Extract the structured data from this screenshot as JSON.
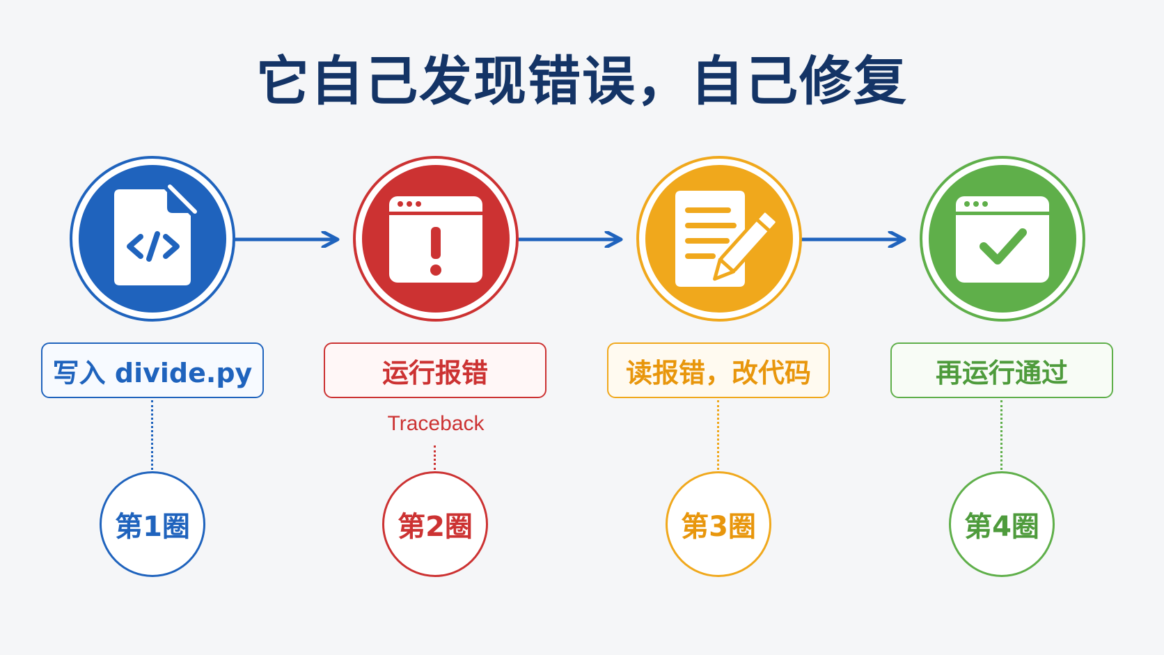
{
  "title": "它自己发现错误，自己修复",
  "colors": {
    "blue": "#1f63bd",
    "red": "#cc3232",
    "orange": "#f0a81c",
    "green": "#5faf4a",
    "title": "#143466"
  },
  "steps": [
    {
      "label": "写入 divide.py",
      "round": "第1圈",
      "icon": "code-file-icon",
      "color": "#1f63bd"
    },
    {
      "label": "运行报错",
      "round": "第2圈",
      "icon": "error-window-icon",
      "color": "#cc3232",
      "note": "Traceback"
    },
    {
      "label": "读报错，改代码",
      "round": "第3圈",
      "icon": "edit-document-icon",
      "color": "#e8960c"
    },
    {
      "label": "再运行通过",
      "round": "第4圈",
      "icon": "check-window-icon",
      "color": "#5faf4a"
    }
  ]
}
